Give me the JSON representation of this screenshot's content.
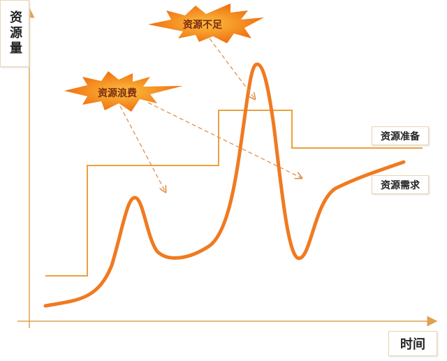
{
  "axes": {
    "y_label": "资源量",
    "x_label": "时间"
  },
  "legend": {
    "supply": "资源准备",
    "demand": "资源需求"
  },
  "callouts": {
    "waste": "资源浪费",
    "shortage": "资源不足"
  },
  "colors": {
    "supply": "#eaa040",
    "demand": "#f07a20",
    "burst_outer": "#f07a10",
    "burst_inner": "#f8b830"
  }
}
